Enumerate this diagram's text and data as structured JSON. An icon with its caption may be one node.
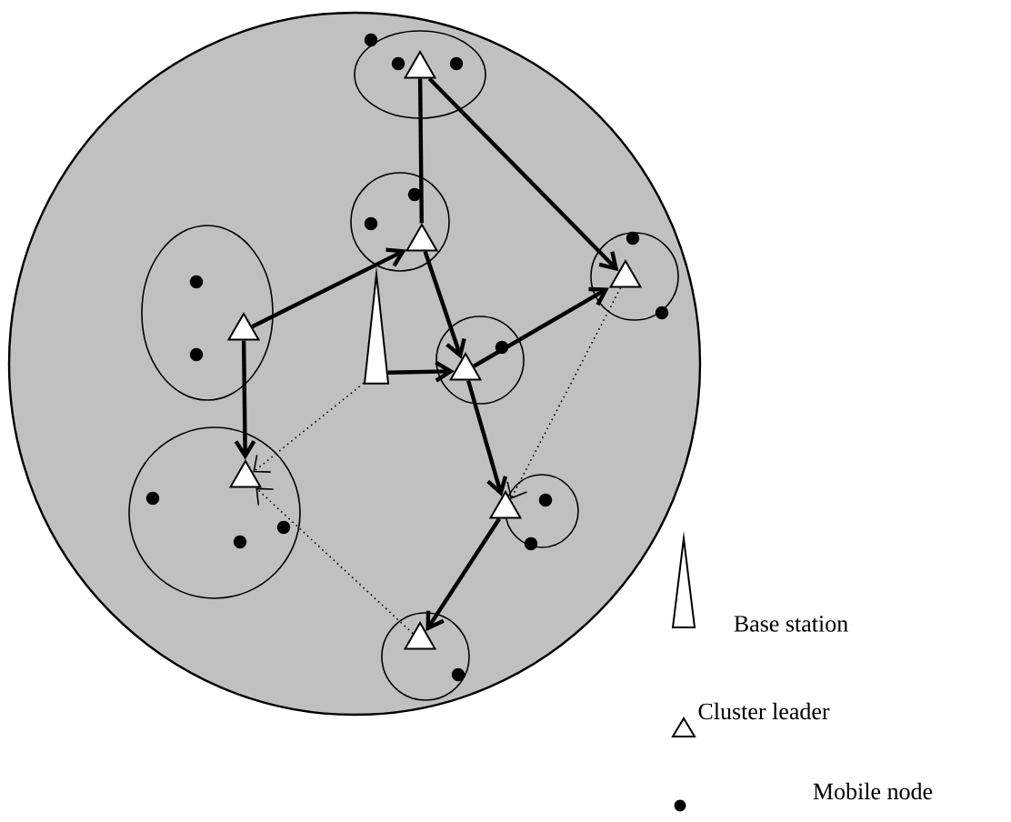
{
  "diagram": {
    "nodes": [
      {
        "text": [],
        "shape": "triangle"
      },
      {
        "text": [],
        "shape": "triangle"
      },
      {
        "text": [],
        "shape": "triangle"
      },
      {
        "text": [],
        "shape": "triangle"
      },
      {
        "text": [],
        "shape": "triangle"
      },
      {
        "text": [],
        "shape": "triangle"
      },
      {
        "text": [],
        "shape": "triangle"
      },
      {
        "text": [],
        "shape": "triangle"
      },
      {
        "text": [],
        "shape": "triangle"
      }
    ],
    "edges": [
      {
        "from": 0,
        "to": 1,
        "arrow": "none"
      },
      {
        "from": 0,
        "to": 2,
        "arrow": "to"
      },
      {
        "from": 3,
        "to": 1,
        "arrow": "to"
      },
      {
        "from": 1,
        "to": 4,
        "arrow": "to"
      },
      {
        "from": 4,
        "to": 2,
        "arrow": "to"
      },
      {
        "from": 5,
        "to": 4,
        "arrow": "to"
      },
      {
        "from": 3,
        "to": 6,
        "arrow": "to"
      },
      {
        "from": 4,
        "to": 7,
        "arrow": "to"
      },
      {
        "from": 7,
        "to": 8,
        "arrow": "to"
      },
      {
        "from": 5,
        "to": 6,
        "arrow": "to",
        "style": "dashed"
      },
      {
        "from": 2,
        "to": 7,
        "arrow": "to",
        "style": "dashed"
      },
      {
        "from": 8,
        "to": 6,
        "arrow": "to",
        "style": "dashed"
      }
    ],
    "legend": [
      {
        "text": "Base station"
      },
      {
        "text": "Cluster leader"
      },
      {
        "text": "Mobile node"
      }
    ]
  }
}
